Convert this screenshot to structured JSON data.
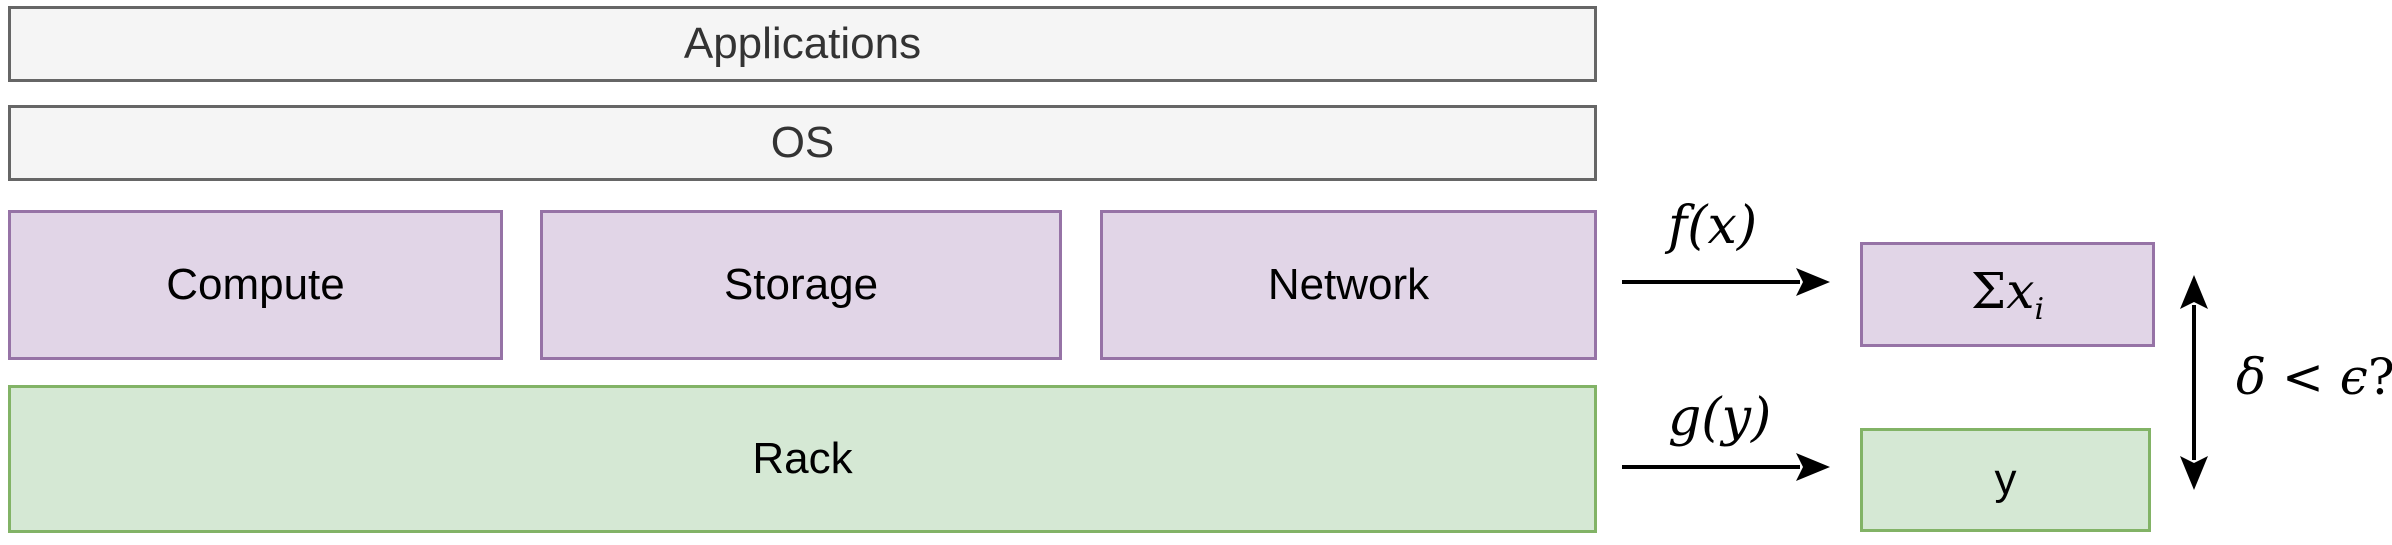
{
  "stack": {
    "applications": "Applications",
    "os": "OS",
    "compute": "Compute",
    "storage": "Storage",
    "network": "Network",
    "rack": "Rack"
  },
  "outputs": {
    "sum_symbol": "Σ",
    "sum_var": "x",
    "sum_sub": "i",
    "y_value": "y"
  },
  "labels": {
    "f_of_x": "f(x)",
    "g_of_y": "g(y)",
    "condition_delta": "δ",
    "condition_op": " < ",
    "condition_eps": "ϵ",
    "condition_q": "?"
  },
  "colors": {
    "gray_fill": "#f5f5f5",
    "gray_stroke": "#666666",
    "purple_fill": "#e1d5e7",
    "purple_stroke": "#9673a6",
    "green_fill": "#d5e8d4",
    "green_stroke": "#82b366"
  }
}
